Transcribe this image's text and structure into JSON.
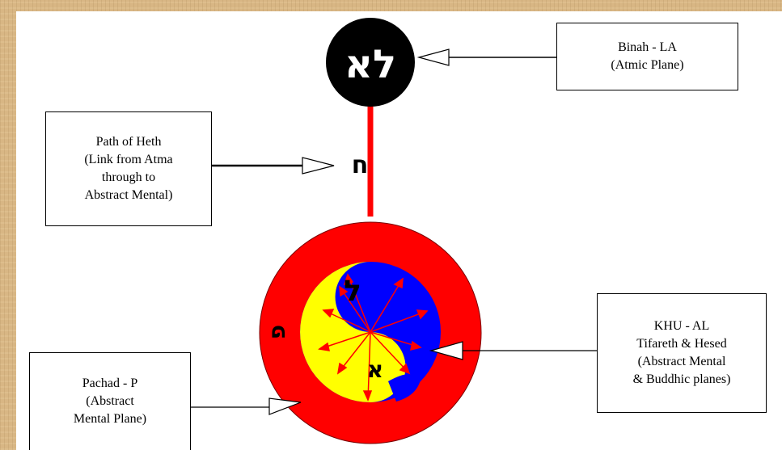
{
  "colors": {
    "background_frame": "#d8b684",
    "canvas": "#ffffff",
    "outer_circle": "#ff0000",
    "inner_blue": "#0000ff",
    "inner_yellow": "#ffff00",
    "binah_circle": "#000000",
    "path_line": "#ff0000"
  },
  "glyphs": {
    "binah": "לא",
    "heth": "ח",
    "lamed": "ל",
    "aleph": "א",
    "peh": "פ"
  },
  "labels": {
    "binah": {
      "line1": "Binah - LA",
      "line2": "(Atmic Plane)"
    },
    "heth": {
      "line1": "Path of Heth",
      "line2": "(Link from Atma",
      "line3": "through to",
      "line4": "Abstract Mental)"
    },
    "khu": {
      "line1": "KHU - AL",
      "line2": "Tifareth & Hesed",
      "line3": "(Abstract Mental",
      "line4": "& Buddhic planes)"
    },
    "pachad": {
      "line1": "Pachad - P",
      "line2": "(Abstract",
      "line3": "Mental Plane)"
    }
  }
}
